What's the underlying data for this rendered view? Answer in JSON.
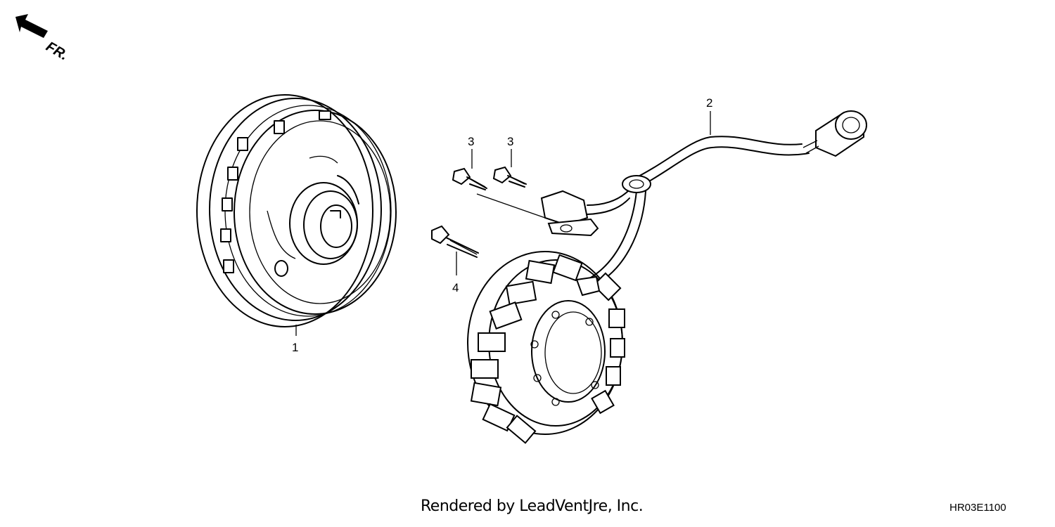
{
  "direction_marker": {
    "label": "FR.",
    "icon": "front-direction-arrow-icon"
  },
  "callouts": [
    {
      "id": "1",
      "label": "1",
      "part": "flywheel"
    },
    {
      "id": "2",
      "label": "2",
      "part": "stator-wiring-harness"
    },
    {
      "id": "3a",
      "label": "3",
      "part": "bolt"
    },
    {
      "id": "3b",
      "label": "3",
      "part": "bolt"
    },
    {
      "id": "4",
      "label": "4",
      "part": "bolt"
    }
  ],
  "footer": {
    "credit": "Rendered by LeadVentJre, Inc.",
    "diagram_code": "HR03E1100"
  }
}
